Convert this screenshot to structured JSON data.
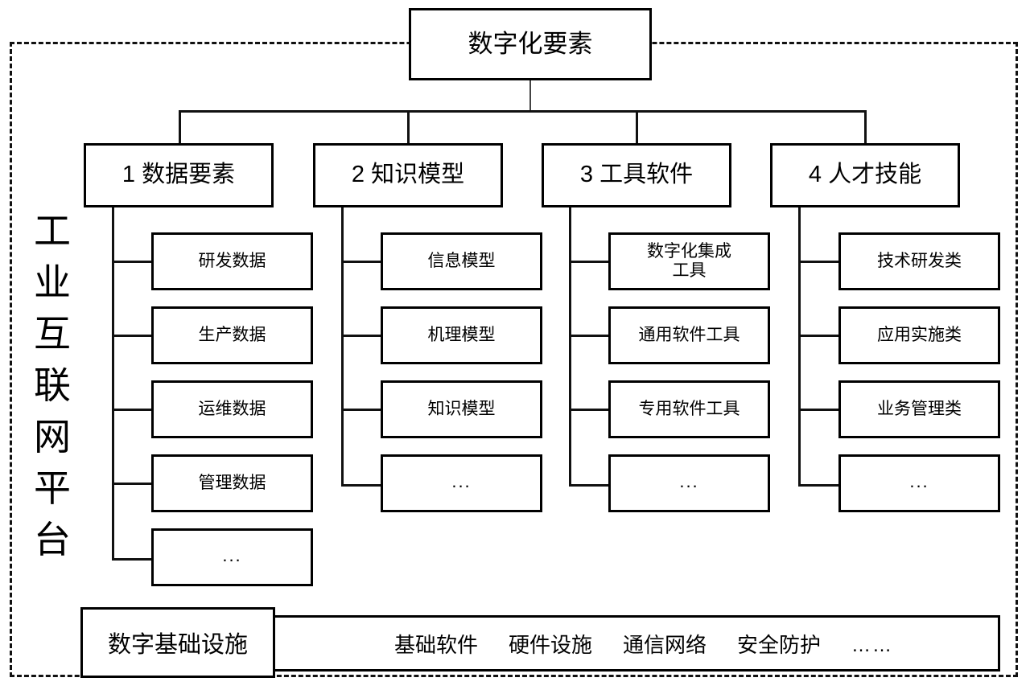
{
  "diagram": {
    "platform_label": "工业互联网平台",
    "root": {
      "label": "数字化要素"
    },
    "categories": [
      {
        "label": "1 数据要素",
        "children": [
          {
            "label": "研发数据"
          },
          {
            "label": "生产数据"
          },
          {
            "label": "运维数据"
          },
          {
            "label": "管理数据"
          },
          {
            "label": "..."
          }
        ]
      },
      {
        "label": "2 知识模型",
        "children": [
          {
            "label": "信息模型"
          },
          {
            "label": "机理模型"
          },
          {
            "label": "知识模型"
          },
          {
            "label": "..."
          }
        ]
      },
      {
        "label": "3 工具软件",
        "children": [
          {
            "label": "数字化集成\n工具"
          },
          {
            "label": "通用软件工具"
          },
          {
            "label": "专用软件工具"
          },
          {
            "label": "..."
          }
        ]
      },
      {
        "label": "4 人才技能",
        "children": [
          {
            "label": "技术研发类"
          },
          {
            "label": "应用实施类"
          },
          {
            "label": "业务管理类"
          },
          {
            "label": "..."
          }
        ]
      }
    ],
    "infrastructure": {
      "label": "数字基础设施",
      "items": [
        "基础软件",
        "硬件设施",
        "通信网络",
        "安全防护",
        "……"
      ]
    },
    "colors": {
      "stroke": "#000000",
      "frame": "#111111",
      "background": "#ffffff"
    }
  }
}
